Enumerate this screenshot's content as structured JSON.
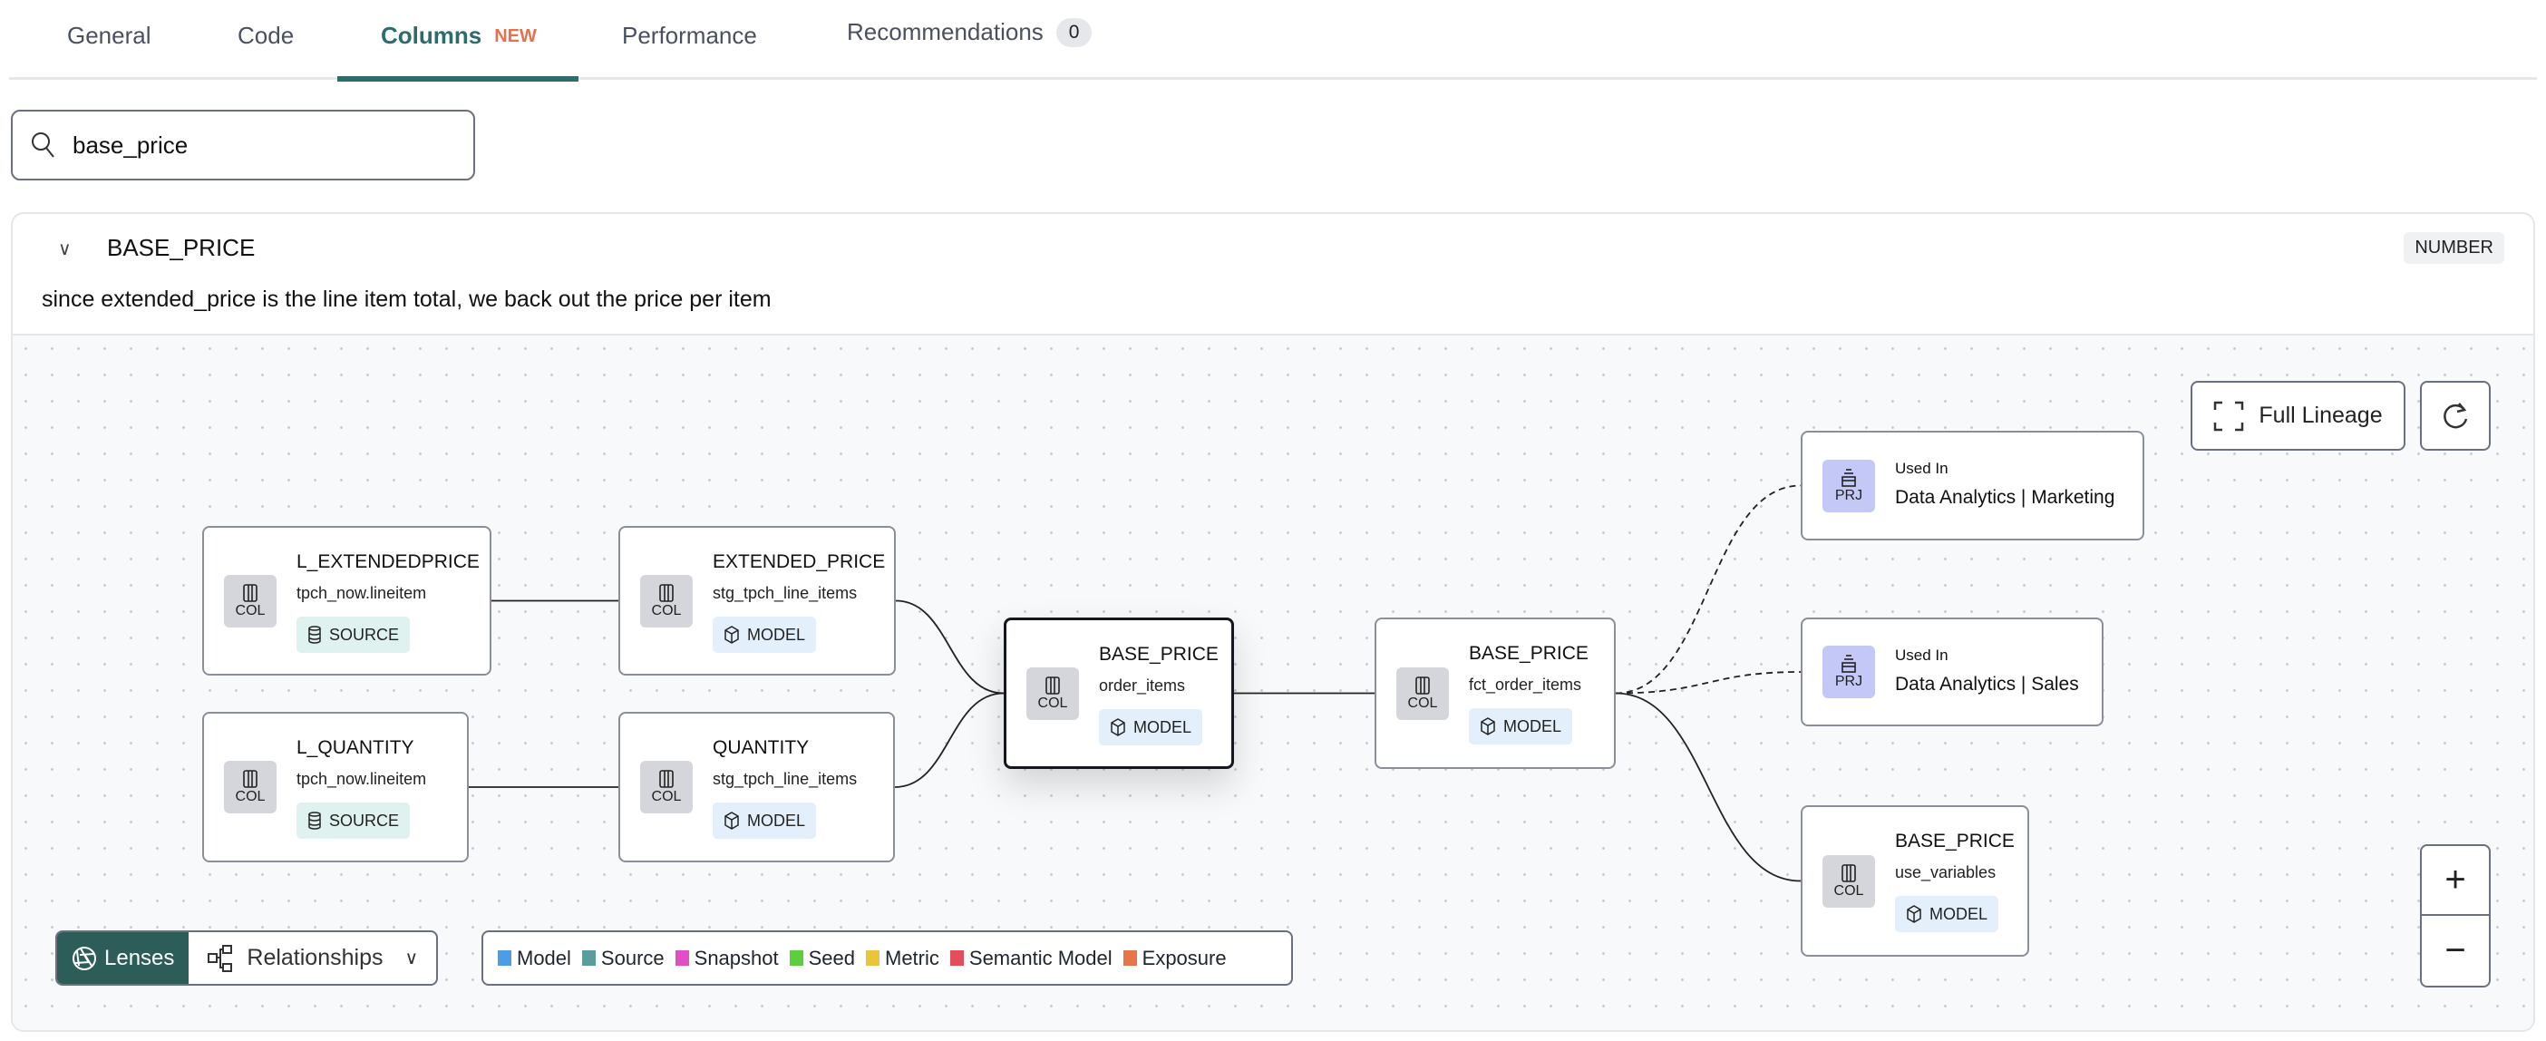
{
  "tabs": [
    {
      "label": "General"
    },
    {
      "label": "Code"
    },
    {
      "label": "Columns",
      "badge": "NEW",
      "active": true
    },
    {
      "label": "Performance"
    },
    {
      "label": "Recommendations",
      "count": "0"
    }
  ],
  "search": {
    "value": "base_price",
    "icon": "search-icon"
  },
  "column": {
    "name": "BASE_PRICE",
    "type": "NUMBER",
    "description": "since extended_price is the line item total, we back out the price per item"
  },
  "lineage": {
    "nodes": [
      {
        "id": "n1",
        "kind": "COL",
        "title": "L_EXTENDEDPRICE",
        "subtitle": "tpch_now.lineitem",
        "tag": "SOURCE"
      },
      {
        "id": "n2",
        "kind": "COL",
        "title": "EXTENDED_PRICE",
        "subtitle": "stg_tpch_line_items",
        "tag": "MODEL"
      },
      {
        "id": "n3",
        "kind": "COL",
        "title": "L_QUANTITY",
        "subtitle": "tpch_now.lineitem",
        "tag": "SOURCE"
      },
      {
        "id": "n4",
        "kind": "COL",
        "title": "QUANTITY",
        "subtitle": "stg_tpch_line_items",
        "tag": "MODEL"
      },
      {
        "id": "n5",
        "kind": "COL",
        "title": "BASE_PRICE",
        "subtitle": "order_items",
        "tag": "MODEL",
        "selected": true
      },
      {
        "id": "n6",
        "kind": "COL",
        "title": "BASE_PRICE",
        "subtitle": "fct_order_items",
        "tag": "MODEL"
      },
      {
        "id": "p1",
        "kind": "PRJ",
        "title": "Used In",
        "subtitle": "Data Analytics | Marketing"
      },
      {
        "id": "p2",
        "kind": "PRJ",
        "title": "Used In",
        "subtitle": "Data Analytics | Sales"
      },
      {
        "id": "n7",
        "kind": "COL",
        "title": "BASE_PRICE",
        "subtitle": "use_variables",
        "tag": "MODEL"
      }
    ],
    "edges": [
      {
        "from": "n1",
        "to": "n2",
        "style": "solid"
      },
      {
        "from": "n3",
        "to": "n4",
        "style": "solid"
      },
      {
        "from": "n2",
        "to": "n5",
        "style": "solid"
      },
      {
        "from": "n4",
        "to": "n5",
        "style": "solid"
      },
      {
        "from": "n5",
        "to": "n6",
        "style": "solid"
      },
      {
        "from": "n6",
        "to": "p1",
        "style": "dashed"
      },
      {
        "from": "n6",
        "to": "p2",
        "style": "dashed"
      },
      {
        "from": "n6",
        "to": "n7",
        "style": "solid"
      }
    ]
  },
  "controls": {
    "full_lineage": "Full Lineage",
    "lenses": "Lenses",
    "relationships": "Relationships"
  },
  "legend": [
    {
      "label": "Model",
      "color": "#4e9be6"
    },
    {
      "label": "Source",
      "color": "#5a9d9d"
    },
    {
      "label": "Snapshot",
      "color": "#e04fc4"
    },
    {
      "label": "Seed",
      "color": "#5ccf3e"
    },
    {
      "label": "Metric",
      "color": "#eac53c"
    },
    {
      "label": "Semantic Model",
      "color": "#e44d5a"
    },
    {
      "label": "Exposure",
      "color": "#e8744a"
    }
  ]
}
